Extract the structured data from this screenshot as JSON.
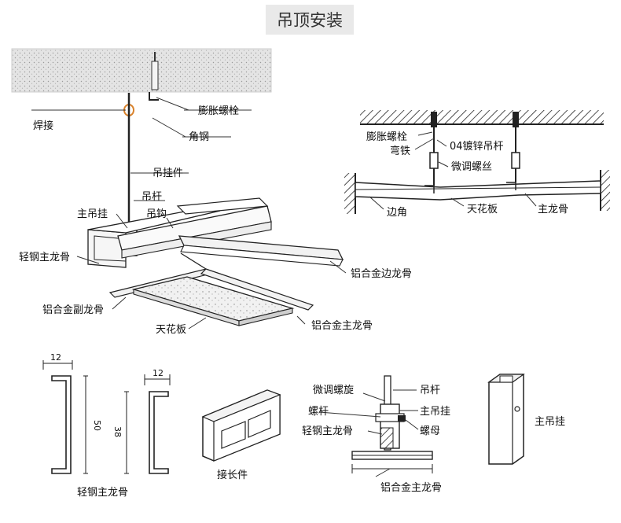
{
  "title": "吊顶安装",
  "main_diagram": {
    "labels": {
      "expansion_bolt": "膨胀螺栓",
      "weld": "焊接",
      "angle_steel": "角钢",
      "hanger_fitting": "吊挂件",
      "hanger_rod": "吊杆",
      "main_hanger": "主吊挂",
      "hook": "吊钩",
      "light_steel_main_keel": "轻钢主龙骨",
      "aluminum_edge_keel": "铝合金边龙骨",
      "aluminum_sub_keel": "铝合金副龙骨",
      "ceiling_board": "天花板",
      "aluminum_main_keel": "铝合金主龙骨"
    }
  },
  "section_diagram": {
    "labels": {
      "expansion_bolt": "膨胀螺栓",
      "bent_iron": "弯铁",
      "galvanized_rod": "04镀锌吊杆",
      "fine_adjust_screw": "微调螺丝",
      "edge_angle": "边角",
      "ceiling_board": "天花板",
      "main_keel": "主龙骨"
    }
  },
  "profile_diagram": {
    "width_dim": "12",
    "height_dim": "50",
    "inner_width_dim": "12",
    "inner_height_dim": "38",
    "caption": "轻钢主龙骨"
  },
  "connector_diagram": {
    "caption": "接长件"
  },
  "detail_diagram": {
    "labels": {
      "fine_adjust_screw": "微调螺旋",
      "hanger_rod": "吊杆",
      "screw_rod": "螺杆",
      "main_hanger": "主吊挂",
      "light_steel_main_keel": "轻钢主龙骨",
      "nut": "螺母",
      "aluminum_main_keel": "铝合金主龙骨"
    }
  },
  "hanger_diagram": {
    "caption": "主吊挂"
  }
}
